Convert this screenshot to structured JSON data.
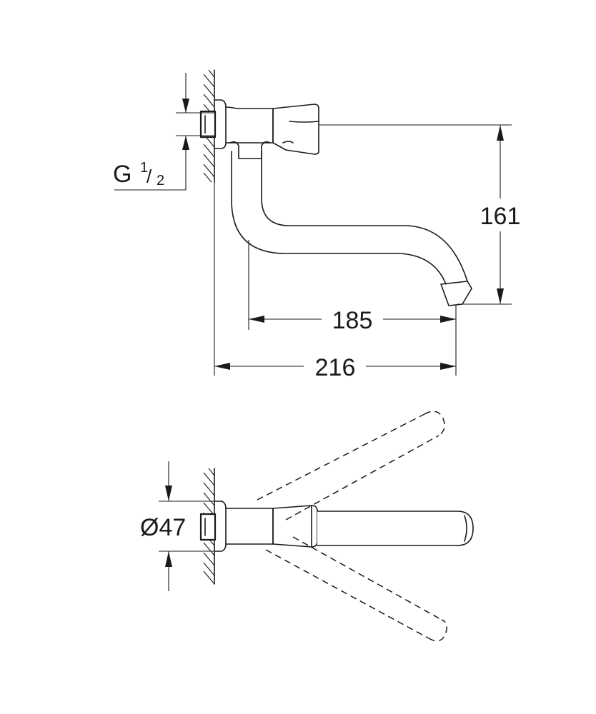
{
  "dimensions": {
    "height": "161",
    "projection_inner": "185",
    "projection_total": "216",
    "rosette_diameter": "Ø47"
  },
  "thread": {
    "prefix": "G",
    "numerator": "1",
    "slash": "/",
    "denominator": "2"
  }
}
